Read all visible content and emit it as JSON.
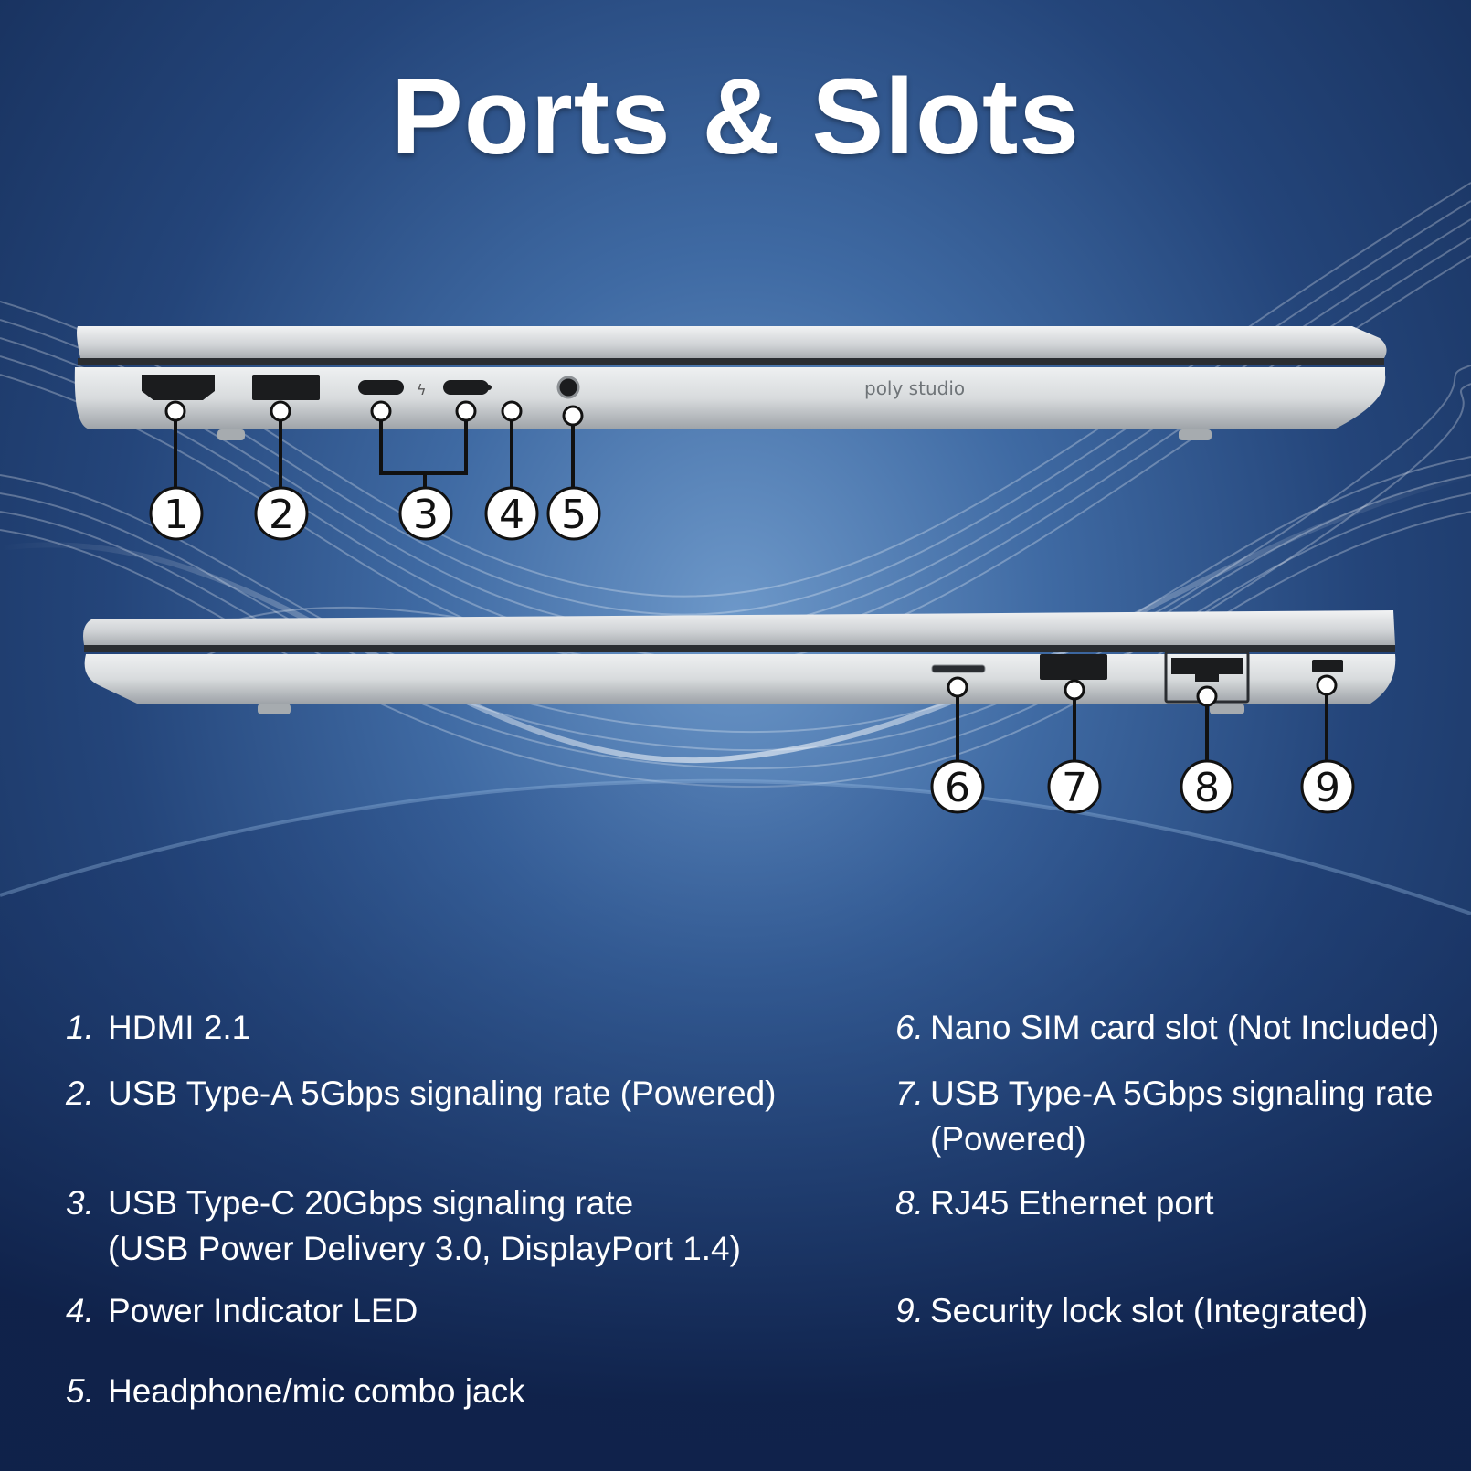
{
  "title": "Ports & Slots",
  "brand_text": "poly studio",
  "colors": {
    "background_center": "#6d98c9",
    "background_edge": "#142b55",
    "laptop_silver": "#d9dbdd",
    "text": "#ffffff"
  },
  "callouts": [
    "1",
    "2",
    "3",
    "4",
    "5",
    "6",
    "7",
    "8",
    "9"
  ],
  "legend": {
    "left": [
      {
        "num": "1.",
        "lines": [
          "HDMI 2.1"
        ]
      },
      {
        "num": "2.",
        "lines": [
          "USB Type-A 5Gbps signaling rate (Powered)"
        ]
      },
      {
        "num": "3.",
        "lines": [
          "USB Type-C 20Gbps signaling rate",
          "(USB Power Delivery 3.0, DisplayPort 1.4)"
        ]
      },
      {
        "num": "4.",
        "lines": [
          "Power Indicator LED"
        ]
      },
      {
        "num": "5.",
        "lines": [
          "Headphone/mic combo jack"
        ]
      }
    ],
    "right": [
      {
        "num": "6.",
        "lines": [
          "Nano SIM card slot (Not Included)"
        ]
      },
      {
        "num": "7.",
        "lines": [
          "USB Type-A 5Gbps signaling rate",
          "(Powered)"
        ]
      },
      {
        "num": "8.",
        "lines": [
          "RJ45 Ethernet port"
        ]
      },
      {
        "num": "9.",
        "lines": [
          "Security lock slot (Integrated)"
        ]
      }
    ]
  }
}
